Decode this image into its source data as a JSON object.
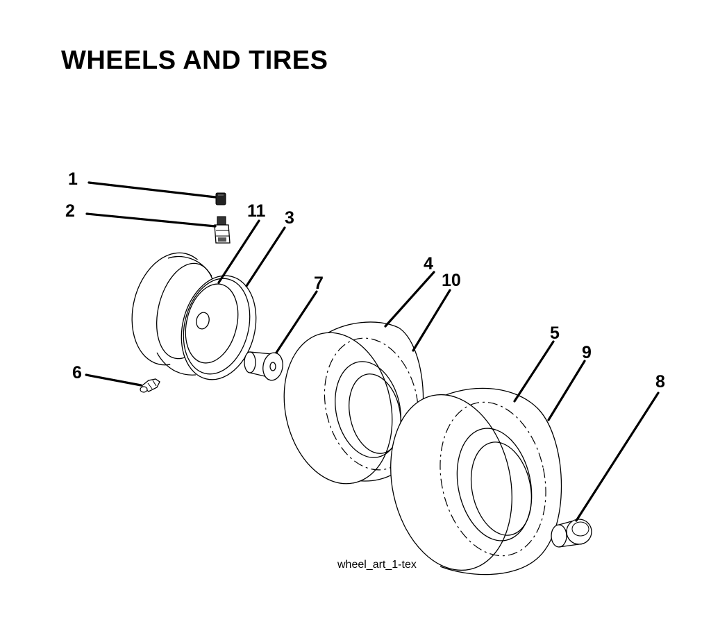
{
  "title": "WHEELS AND TIRES",
  "art_label": "wheel_art_1-tex",
  "callouts": [
    {
      "id": "c1",
      "text": "1"
    },
    {
      "id": "c2",
      "text": "2"
    },
    {
      "id": "c3",
      "text": "3"
    },
    {
      "id": "c4",
      "text": "4"
    },
    {
      "id": "c5",
      "text": "5"
    },
    {
      "id": "c6",
      "text": "6"
    },
    {
      "id": "c7",
      "text": "7"
    },
    {
      "id": "c8",
      "text": "8"
    },
    {
      "id": "c9",
      "text": "9"
    },
    {
      "id": "c10",
      "text": "10"
    },
    {
      "id": "c11",
      "text": "11"
    }
  ]
}
